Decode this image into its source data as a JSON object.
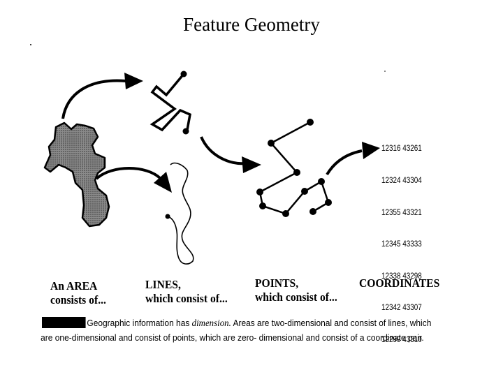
{
  "title": "Feature Geometry",
  "labels": {
    "area_line1": "An AREA",
    "area_line2": "consists of...",
    "lines_line1": "LINES,",
    "lines_line2": "which consist of...",
    "points_line1": "POINTS,",
    "points_line2": "which consist of...",
    "coordinates": "COORDINATES"
  },
  "coordinates": [
    "12316 43261",
    "12324 43304",
    "12355 43321",
    "12345 43333",
    "12338 43298",
    "12342 43307",
    "12299 43310"
  ],
  "caption": {
    "before_em": "Geographic information has ",
    "em": "dimension.",
    "after_em": " Areas are two-dimensional and consist of lines, which",
    "line2": "are one-dimensional and consist of points, which are zero- dimensional and consist of a coordinate pair."
  }
}
